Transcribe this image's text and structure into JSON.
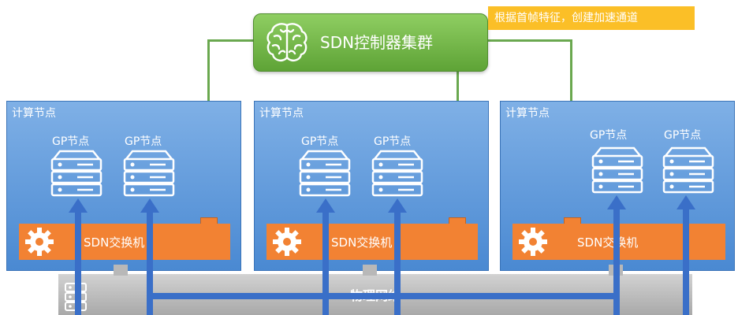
{
  "controller": {
    "title": "SDN控制器集群",
    "icon": "brain-icon"
  },
  "callout": {
    "text": "根据首帧特征，创建加速通道"
  },
  "network": {
    "label": "物理网络"
  },
  "nodes": [
    {
      "title": "计算节点",
      "gp": [
        "GP节点",
        "GP节点"
      ],
      "switch": "SDN交换机"
    },
    {
      "title": "计算节点",
      "gp": [
        "GP节点",
        "GP节点"
      ],
      "switch": "SDN交换机"
    },
    {
      "title": "计算节点",
      "gp": [
        "GP节点",
        "GP节点"
      ],
      "switch": "SDN交换机"
    }
  ],
  "colors": {
    "controller_green": "#6aa84f",
    "callout_yellow": "#fbbf27",
    "node_blue": "#4a89d2",
    "switch_orange": "#f28233",
    "flow_blue": "#3a6fc8",
    "network_gray": "#b0b0b0"
  }
}
